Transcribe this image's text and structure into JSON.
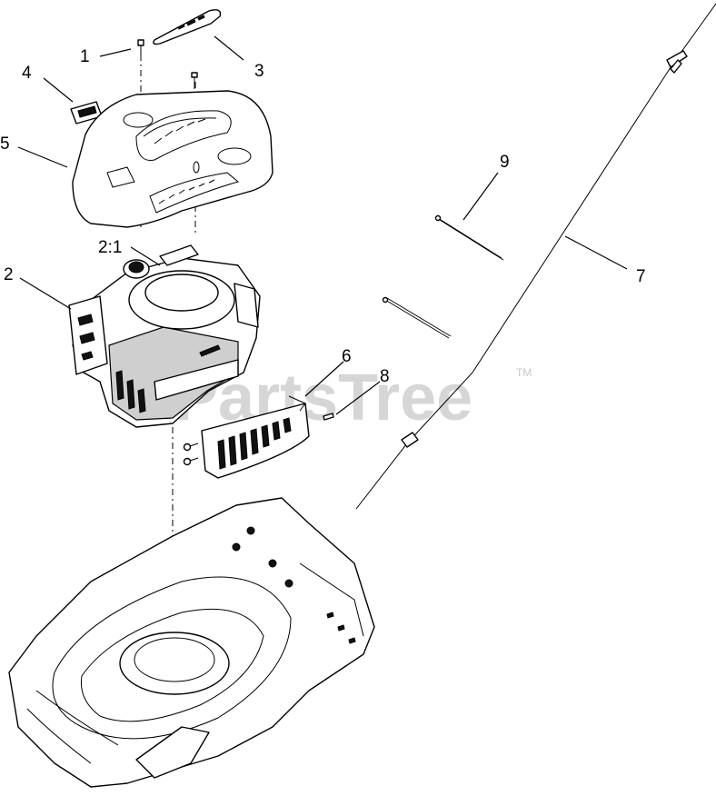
{
  "diagram": {
    "watermark": "PartsTree",
    "watermark_mark": "TM",
    "callouts": [
      {
        "id": "1",
        "label": "1"
      },
      {
        "id": "2",
        "label": "2"
      },
      {
        "id": "2-1",
        "label": "2:1"
      },
      {
        "id": "3",
        "label": "3"
      },
      {
        "id": "4",
        "label": "4"
      },
      {
        "id": "5",
        "label": "5"
      },
      {
        "id": "6",
        "label": "6"
      },
      {
        "id": "7",
        "label": "7"
      },
      {
        "id": "8",
        "label": "8"
      },
      {
        "id": "9",
        "label": "9"
      }
    ]
  }
}
